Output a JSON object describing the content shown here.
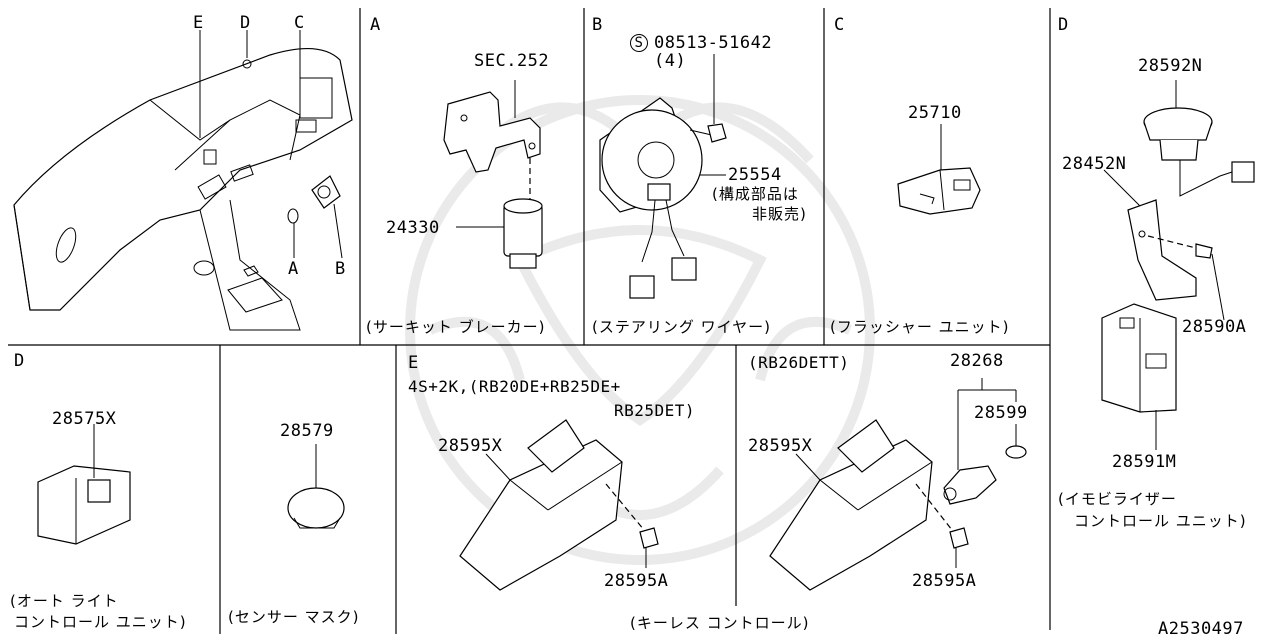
{
  "diagram_id": "A2530497",
  "overview": {
    "labels": [
      "E",
      "D",
      "C",
      "A",
      "B"
    ]
  },
  "sections": {
    "A": {
      "letter": "A",
      "ref": "SEC.252",
      "part": "24330",
      "caption": "(サーキット ブレーカー)"
    },
    "B": {
      "letter": "B",
      "screw_symbol": "S",
      "screw_part": "08513-51642",
      "screw_qty": "(4)",
      "part": "25554",
      "note_1": "(構成部品は",
      "note_2": "非販売)",
      "caption": "(ステアリング ワイヤー)"
    },
    "C": {
      "letter": "C",
      "part": "25710",
      "caption": "(フラッシャー ユニット)"
    },
    "D_right": {
      "letter": "D",
      "part_top": "28592N",
      "part_bracket": "28452N",
      "part_bolt": "28590A",
      "part_unit": "28591M",
      "caption_1": "(イモビライザー",
      "caption_2": "コントロール ユニット)"
    },
    "D_left": {
      "letter": "D",
      "part": "28575X",
      "caption_1": "(オート ライト",
      "caption_2": "コントロール ユニット)"
    },
    "sensor": {
      "part": "28579",
      "caption": "(センサー マスク)"
    },
    "E": {
      "letter": "E",
      "variant_1": "4S+2K,(RB20DE+RB25DE+",
      "variant_2": "RB25DET)",
      "part_unit": "28595X",
      "part_bolt": "28595A",
      "variant_b": "(RB26DETT)",
      "part_unit_b": "28595X",
      "part_bolt_b": "28595A",
      "part_key": "28268",
      "part_cover": "28599",
      "caption": "(キーレス コントロール)"
    }
  }
}
